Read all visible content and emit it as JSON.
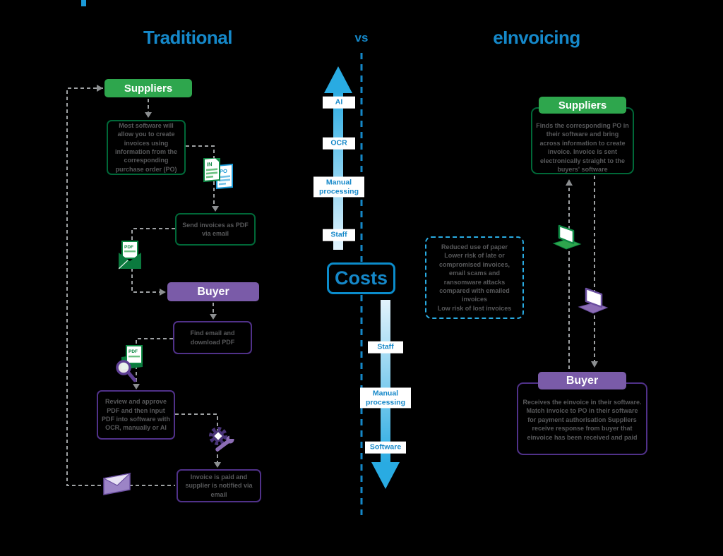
{
  "header": {
    "traditional": "Traditional",
    "vs": "vs",
    "einvoicing": "eInvoicing"
  },
  "left": {
    "suppliers": "Suppliers",
    "step1": "Most software will allow you to create invoices using information from the corresponding purchase order (PO)",
    "doc_in": "IN",
    "doc_po": "PO",
    "step2": "Send invoices as PDF via email",
    "pdf1": "PDF",
    "buyer": "Buyer",
    "step3": "Find email and download PDF",
    "pdf2": "PDF",
    "step4": "Review and approve PDF and then input PDF into software with OCR, manually or AI",
    "step5": "Invoice is paid and supplier is notified via email"
  },
  "center": {
    "up": [
      "AI",
      "OCR",
      "Manual processing",
      "Staff"
    ],
    "costs": "Costs",
    "down": [
      "Staff",
      "Manual processing",
      "Software"
    ]
  },
  "right": {
    "suppliers": "Suppliers",
    "suppliers_text": "Finds the corresponding PO in their software and bring across information to create invoice. Invoice is sent electronically straight to the buyers' software",
    "benefit1": "Reduced use of paper",
    "benefit2": "Lower risk of late or compromised invoices, email scams and ransomware attacks compared with emailed invoices",
    "benefit3": "Low risk of lost invoices",
    "buyer": "Buyer",
    "buyer_text": "Receives the einvoice in their software. Match invoice to PO in their software for payment authorisation Suppliers receive response from buyer that einvoice has been received and paid"
  },
  "colors": {
    "accent_blue": "#1588C9",
    "arrow_blue": "#29ABE2",
    "green_fill": "#2EA64D",
    "green_dark": "#006838",
    "purple_fill": "#7A5BA8",
    "purple_dark": "#503189",
    "gray_text": "#58595B"
  }
}
